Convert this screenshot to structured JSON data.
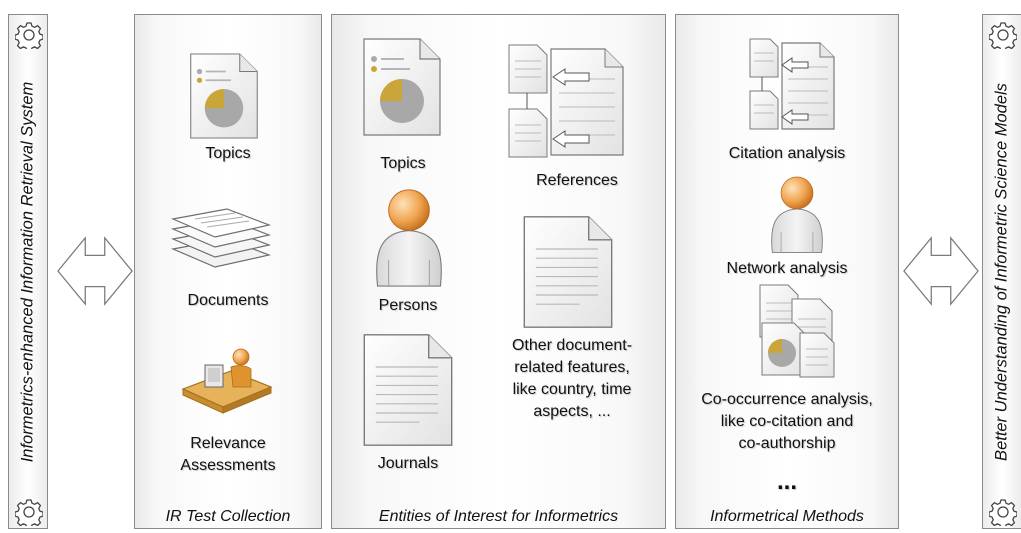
{
  "left_side": {
    "title": "Informetrics-enhanced Information Retrieval System",
    "icon": "gear-icon"
  },
  "right_side": {
    "title": "Better Understanding of Informetric Science Models",
    "icon": "gear-icon"
  },
  "panel_ir": {
    "footer": "IR Test Collection",
    "items": [
      {
        "label": "Topics",
        "icon": "topic-document-icon"
      },
      {
        "label": "Documents",
        "icon": "documents-stack-icon"
      },
      {
        "label": "Relevance Assessments",
        "line1": "Relevance",
        "line2": "Assessments",
        "icon": "assessor-desk-icon"
      }
    ]
  },
  "panel_entities": {
    "footer": "Entities of Interest for Informetrics",
    "items": [
      {
        "label": "Topics",
        "icon": "topic-document-icon"
      },
      {
        "label": "References",
        "icon": "references-icon"
      },
      {
        "label": "Persons",
        "icon": "person-icon"
      },
      {
        "label": "Journals",
        "icon": "journal-document-icon"
      },
      {
        "label": "Other document-related features, like country, time aspects, ...",
        "line1": "Other document-",
        "line2": "related features,",
        "line3": "like country, time",
        "line4": "aspects, ...",
        "icon": "document-icon"
      }
    ]
  },
  "panel_methods": {
    "footer": "Informetrical Methods",
    "items": [
      {
        "label": "Citation analysis",
        "icon": "citation-icon"
      },
      {
        "label": "Network analysis",
        "icon": "person-icon"
      },
      {
        "label": "Co-occurrence analysis, like co-citation and co-authorship",
        "line1": "Co-occurrence analysis,",
        "line2": "like co-citation and",
        "line3": "co-authorship",
        "icon": "co-occurrence-icon"
      },
      {
        "label": "...",
        "icon": ""
      }
    ]
  },
  "colors": {
    "accent_gold": "#c9a53a",
    "pie_gray": "#a8a8a8",
    "person_orange": "#e8963a"
  }
}
